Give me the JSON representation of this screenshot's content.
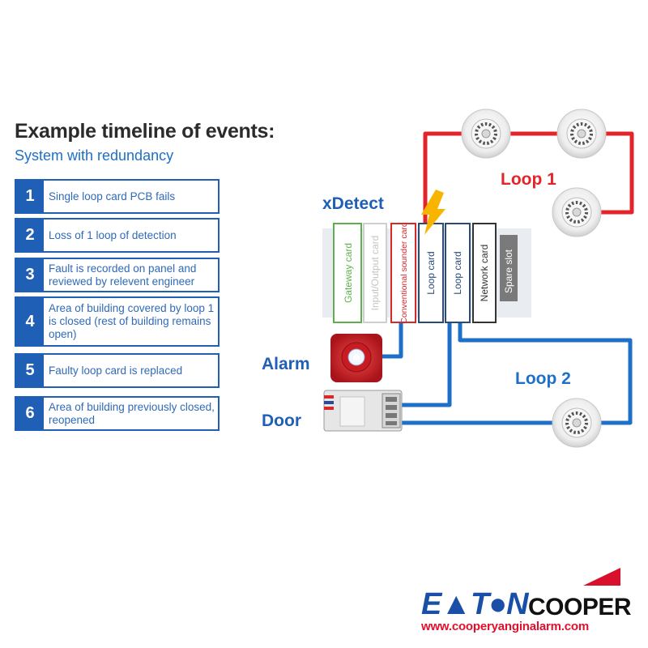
{
  "heading": {
    "title": "Example timeline of events:",
    "subtitle": "System with redundancy"
  },
  "steps": [
    {
      "num": "1",
      "text": "Single loop card PCB fails"
    },
    {
      "num": "2",
      "text": "Loss of 1 loop of detection"
    },
    {
      "num": "3",
      "text": "Fault is recorded on panel and reviewed by relevent engineer"
    },
    {
      "num": "4",
      "text": "Area of building covered by loop 1 is closed (rest of building remains open)"
    },
    {
      "num": "5",
      "text": "Faulty loop card is replaced"
    },
    {
      "num": "6",
      "text": "Area of building previously closed, reopened"
    }
  ],
  "diagram": {
    "panel_label": "xDetect",
    "cards": [
      "Gateway card",
      "Input/Output card",
      "Conventional sounder card",
      "Loop card",
      "Loop card",
      "Network card",
      "Spare slot"
    ],
    "loop1_label": "Loop 1",
    "loop2_label": "Loop 2",
    "alarm_label": "Alarm",
    "door_label": "Door"
  },
  "colors": {
    "loop1": "#e3242b",
    "loop2": "#1e6fc8",
    "label_blue": "#1f5fb5",
    "gateway": "#5fb04c",
    "sounder": "#d62a2a",
    "network": "#333333",
    "spare_fill": "#7a7a7a",
    "bolt": "#f7b500"
  },
  "brand": {
    "left": "E",
    "middle": "T",
    "right": "N",
    "cooper": "COOPER",
    "url": "www.cooperyanginalarm.com"
  }
}
